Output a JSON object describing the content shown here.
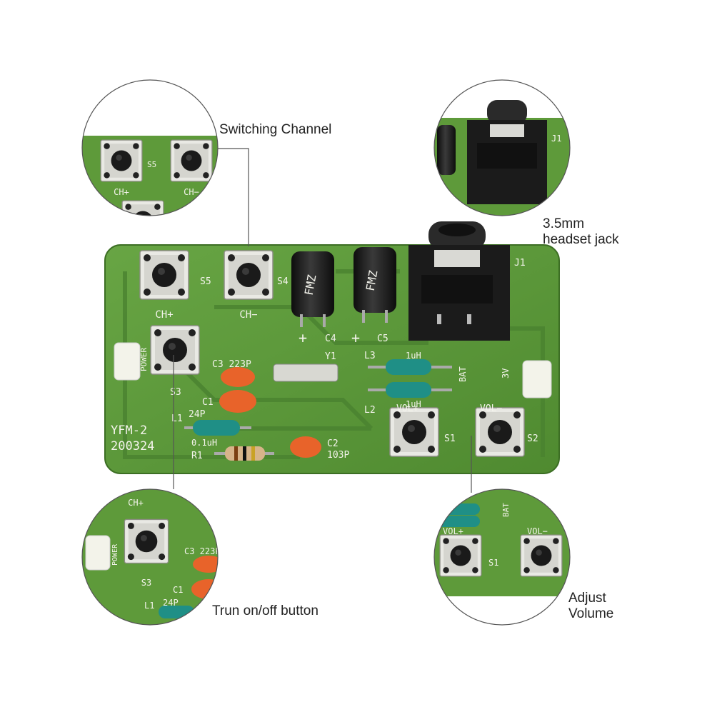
{
  "colors": {
    "pcb": "#5e9a3a",
    "pcb_dark": "#44782a",
    "silkscreen": "#f4f4ec",
    "jack": "#1b1b1b",
    "capacitor": "#e8632a",
    "inductor": "#1f8f86",
    "resistor": "#d7b48a",
    "leader_line": "#555555"
  },
  "captions": {
    "switching_channel": "Switching Channel",
    "headset_jack_line1": "3.5mm",
    "headset_jack_line2": "headset jack",
    "power_button": "Trun on/off button",
    "adjust_volume_line1": "Adjust",
    "adjust_volume_line2": "Volume"
  },
  "board": {
    "model": "YFM-2",
    "date_code": "200324",
    "labels": {
      "ch_plus": "CH+",
      "ch_minus": "CH−",
      "s5": "S5",
      "s4": "S4",
      "s3": "S3",
      "s1": "S1",
      "s2": "S2",
      "c4": "C4",
      "c5": "C5",
      "j1": "J1",
      "y1": "Y1",
      "l3": "L3",
      "l2": "L2",
      "l1": "L1",
      "uh1": "1uH",
      "uh2": "1uH",
      "c3": "C3 223P",
      "c1": "C1",
      "c1_val": "24P",
      "c2": "C2",
      "c2_val": "103P",
      "l1_val": "0.1uH",
      "r1": "R1",
      "vol_plus": "VOL+",
      "vol_minus": "VOL−",
      "power": "POWER",
      "bat": "BAT",
      "volt": "3V",
      "plus": "+",
      "cap_print": "FMZ"
    }
  }
}
